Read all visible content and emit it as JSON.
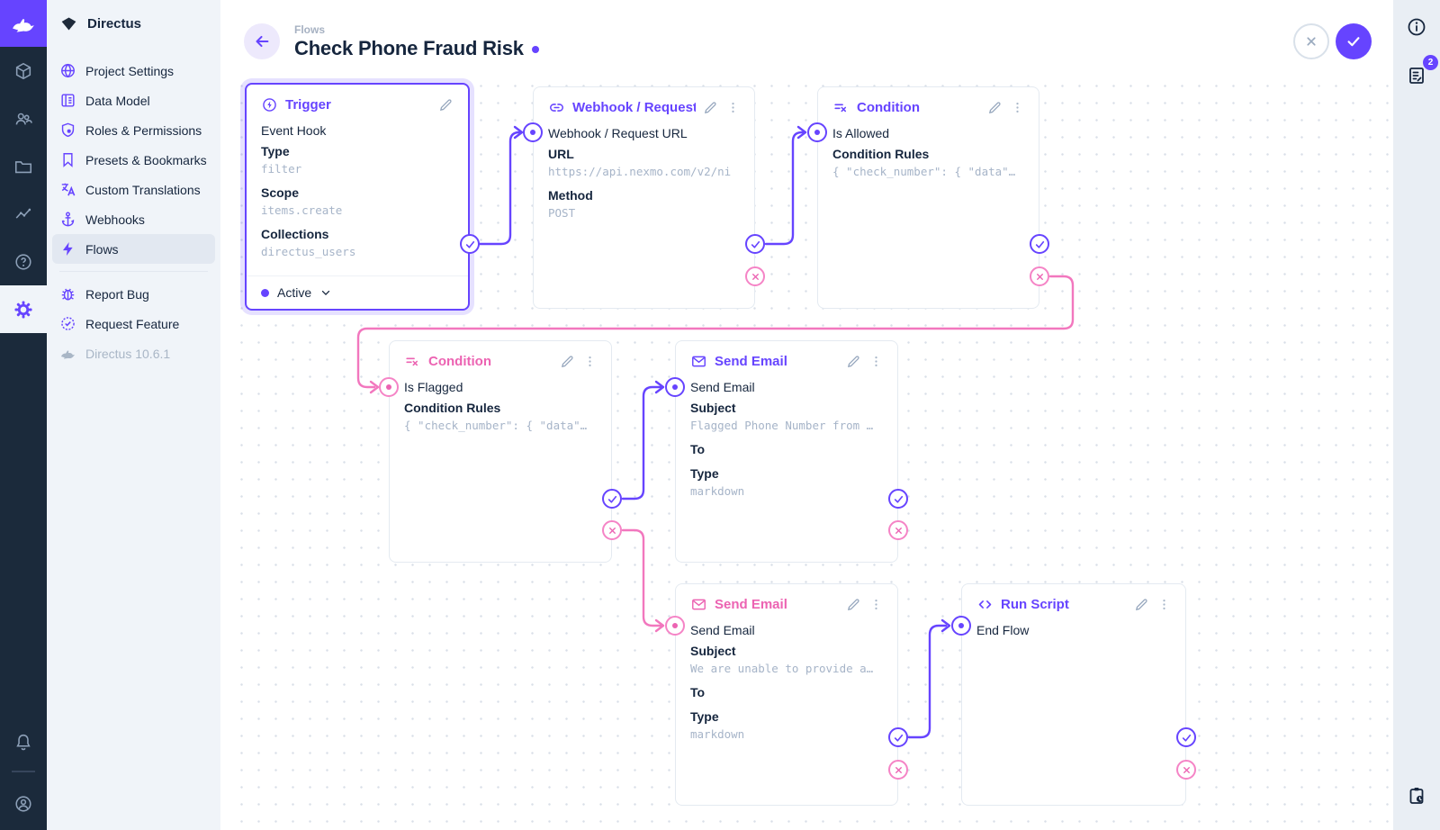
{
  "colors": {
    "accent": "#6644FF",
    "reject_pink": "#EC63B2",
    "rail_dark": "#1B2A3B",
    "sidebar_bg": "#F0F4F9"
  },
  "sidebar": {
    "project_name": "Directus",
    "items": [
      {
        "label": "Project Settings"
      },
      {
        "label": "Data Model"
      },
      {
        "label": "Roles & Permissions"
      },
      {
        "label": "Presets & Bookmarks"
      },
      {
        "label": "Custom Translations"
      },
      {
        "label": "Webhooks"
      },
      {
        "label": "Flows"
      }
    ],
    "footer_items": [
      {
        "label": "Report Bug"
      },
      {
        "label": "Request Feature"
      }
    ],
    "version": "Directus 10.6.1"
  },
  "header": {
    "breadcrumb": "Flows",
    "title": "Check Phone Fraud Risk"
  },
  "right_bar": {
    "notes_badge": "2"
  },
  "canvas": {
    "nodes": [
      {
        "title": "Trigger",
        "subtitle": "Event Hook",
        "fields": [
          {
            "label": "Type",
            "value": "filter"
          },
          {
            "label": "Scope",
            "value": "items.create"
          },
          {
            "label": "Collections",
            "value": "directus_users"
          }
        ],
        "status": "Active"
      },
      {
        "title": "Webhook / Request URL",
        "subtitle": "Webhook / Request URL",
        "fields": [
          {
            "label": "URL",
            "value": "https://api.nexmo.com/v2/ni"
          },
          {
            "label": "Method",
            "value": "POST"
          }
        ]
      },
      {
        "title": "Condition",
        "subtitle": "Is Allowed",
        "fields": [
          {
            "label": "Condition Rules",
            "value": "{ \"check_number\": { \"data\"…"
          }
        ]
      },
      {
        "title": "Condition",
        "subtitle": "Is Flagged",
        "fields": [
          {
            "label": "Condition Rules",
            "value": "{ \"check_number\": { \"data\"…"
          }
        ]
      },
      {
        "title": "Send Email",
        "subtitle": "Send Email",
        "fields": [
          {
            "label": "Subject",
            "value": "Flagged Phone Number from …"
          },
          {
            "label": "To",
            "value": ""
          },
          {
            "label": "Type",
            "value": "markdown"
          }
        ]
      },
      {
        "title": "Send Email",
        "subtitle": "Send Email",
        "fields": [
          {
            "label": "Subject",
            "value": "We are unable to provide a…"
          },
          {
            "label": "To",
            "value": ""
          },
          {
            "label": "Type",
            "value": "markdown"
          }
        ]
      },
      {
        "title": "Run Script",
        "subtitle": "End Flow",
        "fields": []
      }
    ]
  }
}
